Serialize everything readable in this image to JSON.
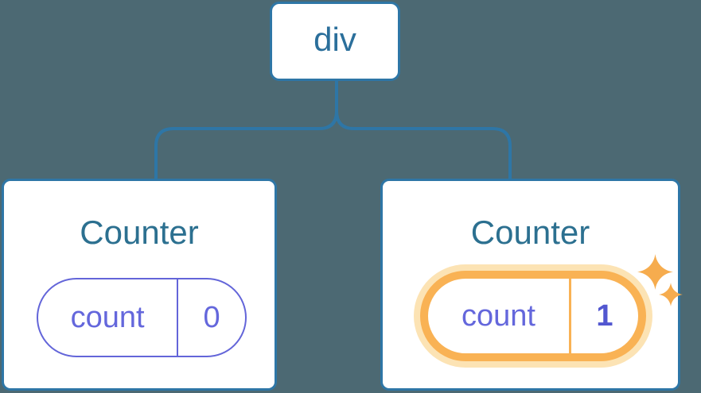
{
  "diagram": {
    "description": "Component tree: a div root with two Counter children holding independent count state",
    "root": {
      "label": "div"
    },
    "cards": [
      {
        "title": "Counter",
        "state_key": "count",
        "state_value": "0",
        "highlighted": false
      },
      {
        "title": "Counter",
        "state_key": "count",
        "state_value": "1",
        "highlighted": true
      }
    ],
    "icons": [
      {
        "name": "sparkle-icon-large",
        "meaning": "state updated highlight"
      },
      {
        "name": "sparkle-icon-small",
        "meaning": "state updated highlight"
      }
    ],
    "colors": {
      "background": "#4C6973",
      "connector_blue": "#2E76A6",
      "node_text_blue": "#2B6F9B",
      "title_teal": "#2C7090",
      "state_purple": "#6467DC",
      "state_value_bold_purple": "#5257D0",
      "highlight_orange": "#F9B254",
      "highlight_glow": "#FCE3B4",
      "sparkle_orange": "#F6AC4E"
    }
  }
}
